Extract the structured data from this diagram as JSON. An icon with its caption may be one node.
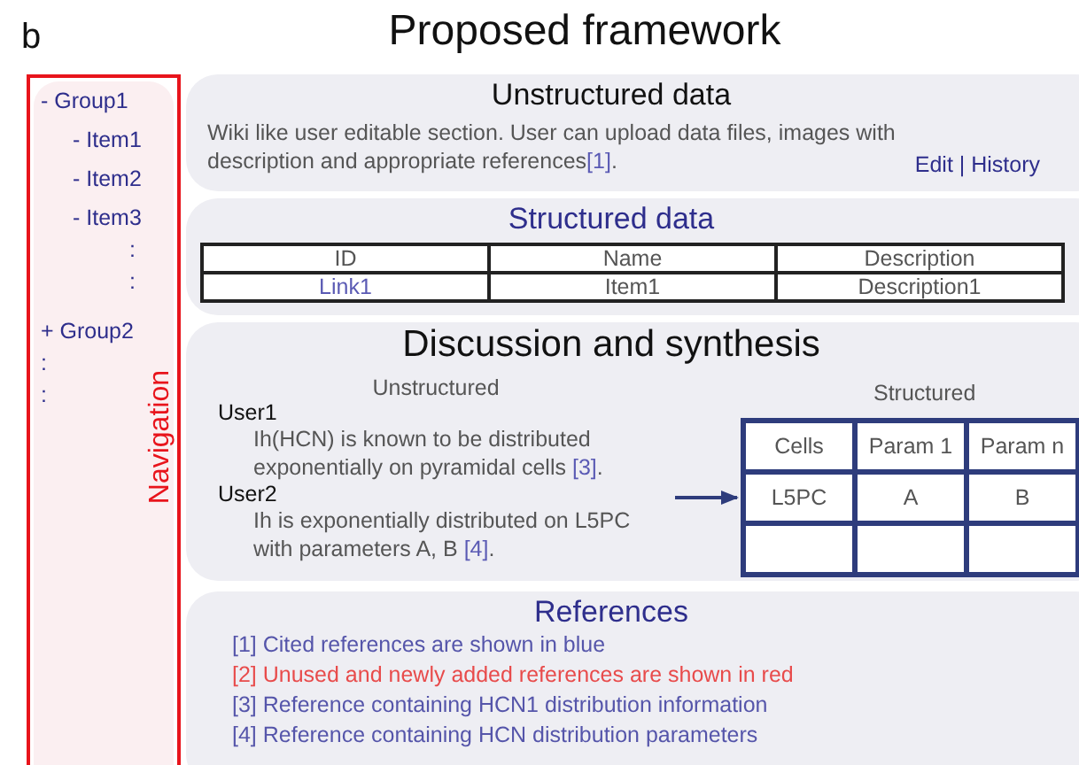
{
  "diagram": {
    "title": "Proposed framework",
    "nodes": [
      {
        "text": [
          "Navigation",
          "- Group1",
          "- Item1",
          "- Item2",
          "- Item3",
          ":",
          ":",
          "+ Group2",
          ":",
          ":"
        ]
      },
      {
        "text": [
          "Unstructured data",
          "Wiki like user editable section. User can upload data files, images with description and appropriate references[1].",
          "Edit | History"
        ]
      },
      {
        "text": [
          "Structured data"
        ]
      },
      {
        "text": [
          "ID",
          "Name",
          "Description",
          "Link1",
          "Item1",
          "Description1"
        ],
        "in": 2
      },
      {
        "text": [
          "Discussion and synthesis"
        ]
      },
      {
        "text": [
          "Unstructured",
          "User1",
          "Ih(HCN) is known to be distributed exponentially on pyramidal cells [3].",
          "User2",
          "Ih is exponentially distributed on L5PC with parameters A, B [4]."
        ],
        "in": 4
      },
      {
        "text": [
          "Cells",
          "Param 1",
          "Param n",
          "L5PC",
          "A",
          "B"
        ],
        "beside": [
          "Structured"
        ],
        "in": 4
      },
      {
        "text": [
          "References",
          "[1] Cited references are shown in blue",
          "[2] Unused and newly added references are shown in red",
          "[3] Reference containing HCN1 distribution information",
          "[4] Reference containing HCN distribution parameters"
        ]
      }
    ],
    "edges": [
      {
        "from": 5,
        "to": 6,
        "arrow": "to"
      }
    ],
    "labels": [
      "b"
    ]
  }
}
